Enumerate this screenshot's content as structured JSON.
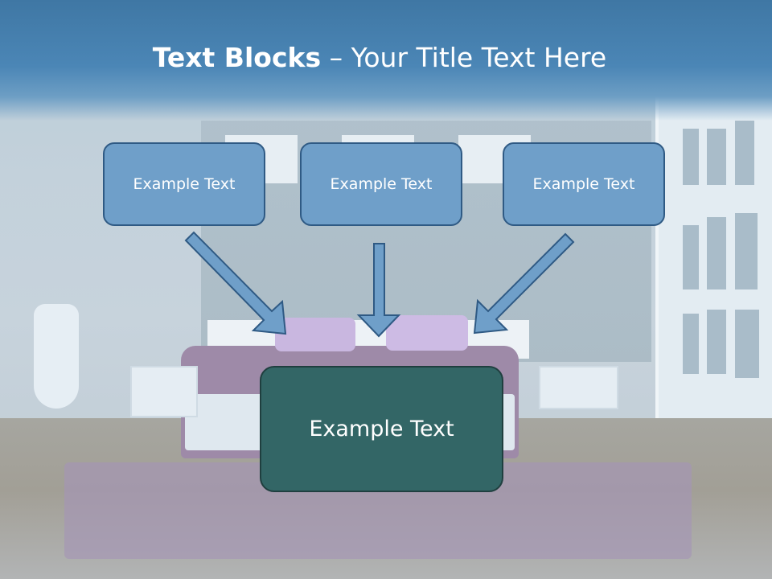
{
  "slide": {
    "title_bold": "Text Blocks",
    "title_dash": " – ",
    "title_rest": "Your Title Text Here",
    "top_boxes": [
      {
        "label": "Example Text"
      },
      {
        "label": "Example Text"
      },
      {
        "label": "Example Text"
      }
    ],
    "main_box": {
      "label": "Example Text"
    },
    "colors": {
      "title_band": "#4b86b6",
      "top_box_fill": "#6f9fc9",
      "top_box_border": "#2f5a84",
      "main_box_fill": "#336666",
      "arrow_fill": "#6f9fc9"
    }
  }
}
